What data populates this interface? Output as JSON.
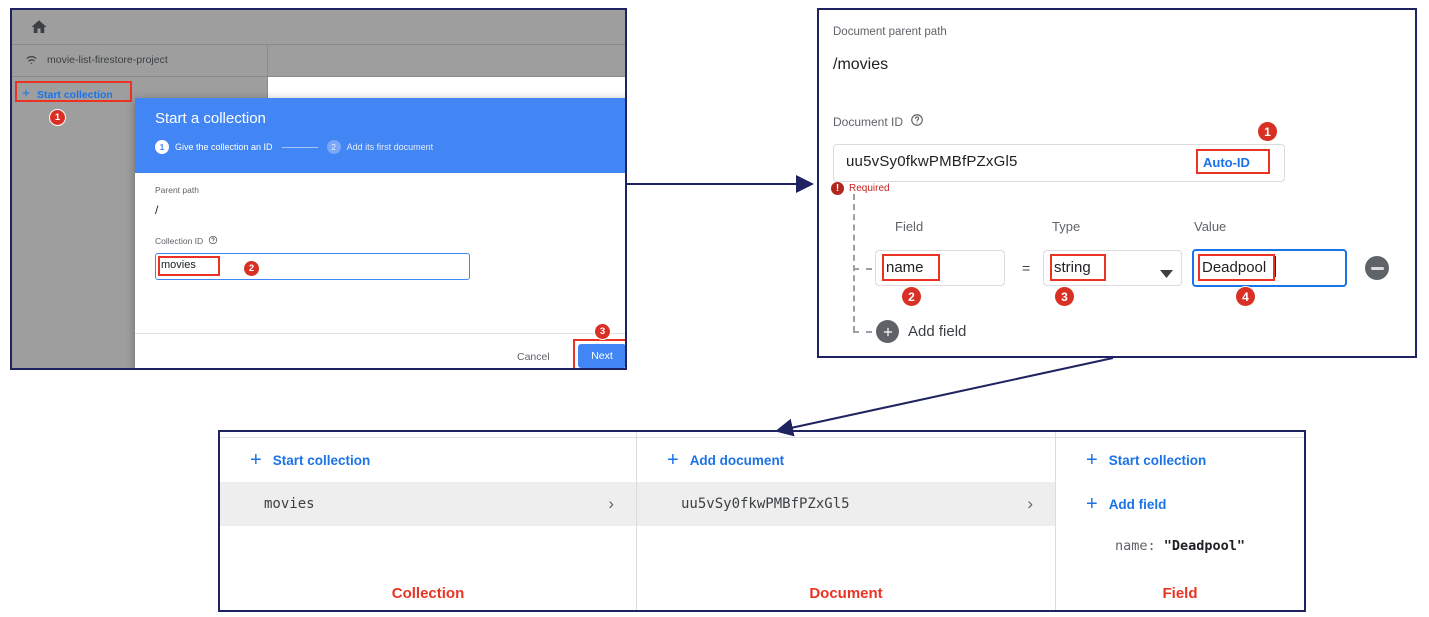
{
  "panel1": {
    "home_icon": "home-icon",
    "project_name": "movie-list-firestore-project",
    "wifi_icon": "firestore-icon",
    "start_collection_label": "Start collection",
    "badge1": "1",
    "dialog": {
      "title": "Start a collection",
      "step1_num": "1",
      "step1_label": "Give the collection an ID",
      "step2_num": "2",
      "step2_label": "Add its first document",
      "parent_path_label": "Parent path",
      "parent_path_value": "/",
      "collection_id_label": "Collection ID",
      "help_icon": "help-circle-icon",
      "collection_id_value": "movies",
      "badge2": "2",
      "cancel_label": "Cancel",
      "next_label": "Next",
      "badge3": "3"
    }
  },
  "panel2": {
    "doc_parent_path_label": "Document parent path",
    "doc_parent_path_value": "/movies",
    "document_id_label": "Document ID",
    "help_icon": "help-circle-icon",
    "document_id_value": "uu5vSy0fkwPMBfPZxGl5",
    "auto_id_label": "Auto-ID",
    "badge1": "1",
    "required_label": "Required",
    "required_icon": "!",
    "field_header": "Field",
    "type_header": "Type",
    "value_header": "Value",
    "field_value": "name",
    "equals": "=",
    "type_value": "string",
    "caret_icon": "chevron-down-icon",
    "value_value": "Deadpool",
    "badge2": "2",
    "badge3": "3",
    "badge4": "4",
    "remove_icon": "minus-circle-icon",
    "add_field_label": "Add field",
    "add_field_icon": "plus-circle-icon"
  },
  "table": {
    "columns": [
      {
        "add_label": "Start collection",
        "add_icon": "plus-icon",
        "item": "movies",
        "chevron": "›",
        "caption": "Collection"
      },
      {
        "add_label": "Add document",
        "add_icon": "plus-icon",
        "item": "uu5vSy0fkwPMBfPZxGl5",
        "chevron": "›",
        "caption": "Document"
      },
      {
        "add_label": "Start collection",
        "add_icon": "plus-icon",
        "add_field_label": "Add field",
        "add_field_icon": "plus-icon",
        "field_key": "name:",
        "field_value": "\"Deadpool\"",
        "caption": "Field"
      }
    ]
  },
  "colors": {
    "accent_blue": "#4285f4",
    "link_blue": "#1a73e8",
    "annotation_red": "#ea3323",
    "badge_red": "#d93025",
    "panel_border": "#1f2460",
    "sidebar_gray": "#9e9e9e"
  }
}
